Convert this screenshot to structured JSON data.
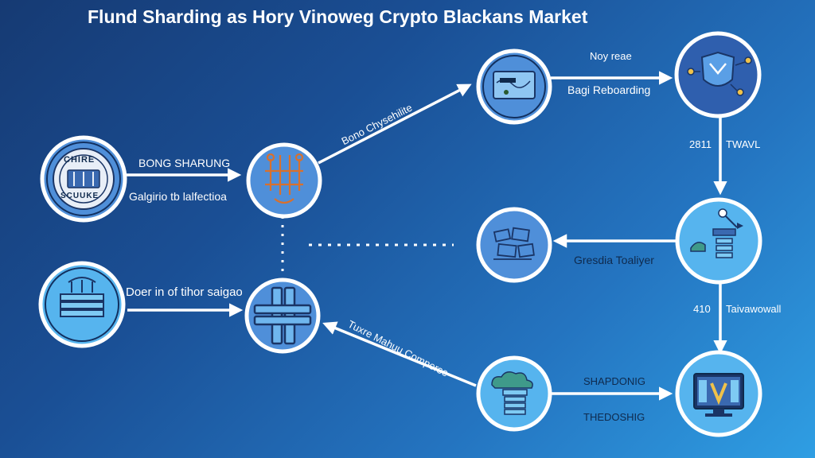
{
  "title": "Flund Sharding as Hory Vinoweg Crypto Blackans Market",
  "colors": {
    "node_fill": "#4f8fd9",
    "node_ring": "#ffffff",
    "node_edge": "#12305f",
    "icon_navy": "#1a3566",
    "icon_orange": "#d9702c",
    "arrow": "#ffffff"
  },
  "nodes": [
    {
      "id": "node-shard-seal",
      "icon": "seal-badge-icon"
    },
    {
      "id": "node-key-hub",
      "icon": "crossed-keys-icon"
    },
    {
      "id": "node-server-block",
      "icon": "server-block-icon"
    },
    {
      "id": "node-cross-chain",
      "icon": "cross-chain-icon"
    },
    {
      "id": "node-map-panel",
      "icon": "map-panel-icon"
    },
    {
      "id": "node-shield-network",
      "icon": "shield-network-icon"
    },
    {
      "id": "node-scattered-wallet",
      "icon": "scattered-blocks-icon"
    },
    {
      "id": "node-validator-stack",
      "icon": "validator-stack-icon"
    },
    {
      "id": "node-cloud-stack",
      "icon": "cloud-stack-icon"
    },
    {
      "id": "node-ledger-monitor",
      "icon": "ledger-monitor-icon"
    }
  ],
  "labels": {
    "seal_title": "BONG SHARUNG",
    "seal_sub": "Galgirio tb lalfectioa",
    "server_text": "Doer in of tihor saigao",
    "up_arrow": "Bono Chysehilite",
    "right_top_1": "Noy reae",
    "right_top_2": "Bagi Reboarding",
    "down_1_num": "2811",
    "down_1_txt": "TWAVL",
    "mid_caption": "Gresdia Toaliyer",
    "down_2_num": "410",
    "down_2_txt": "Taivawowall",
    "low_arrow": "Tuxre Mahuu Comperse",
    "bottom_1": "SHAPDONIG",
    "bottom_2": "THEDOSHIG",
    "seal_text_1": "CHIRE",
    "seal_text_2": "SCUUKE"
  }
}
